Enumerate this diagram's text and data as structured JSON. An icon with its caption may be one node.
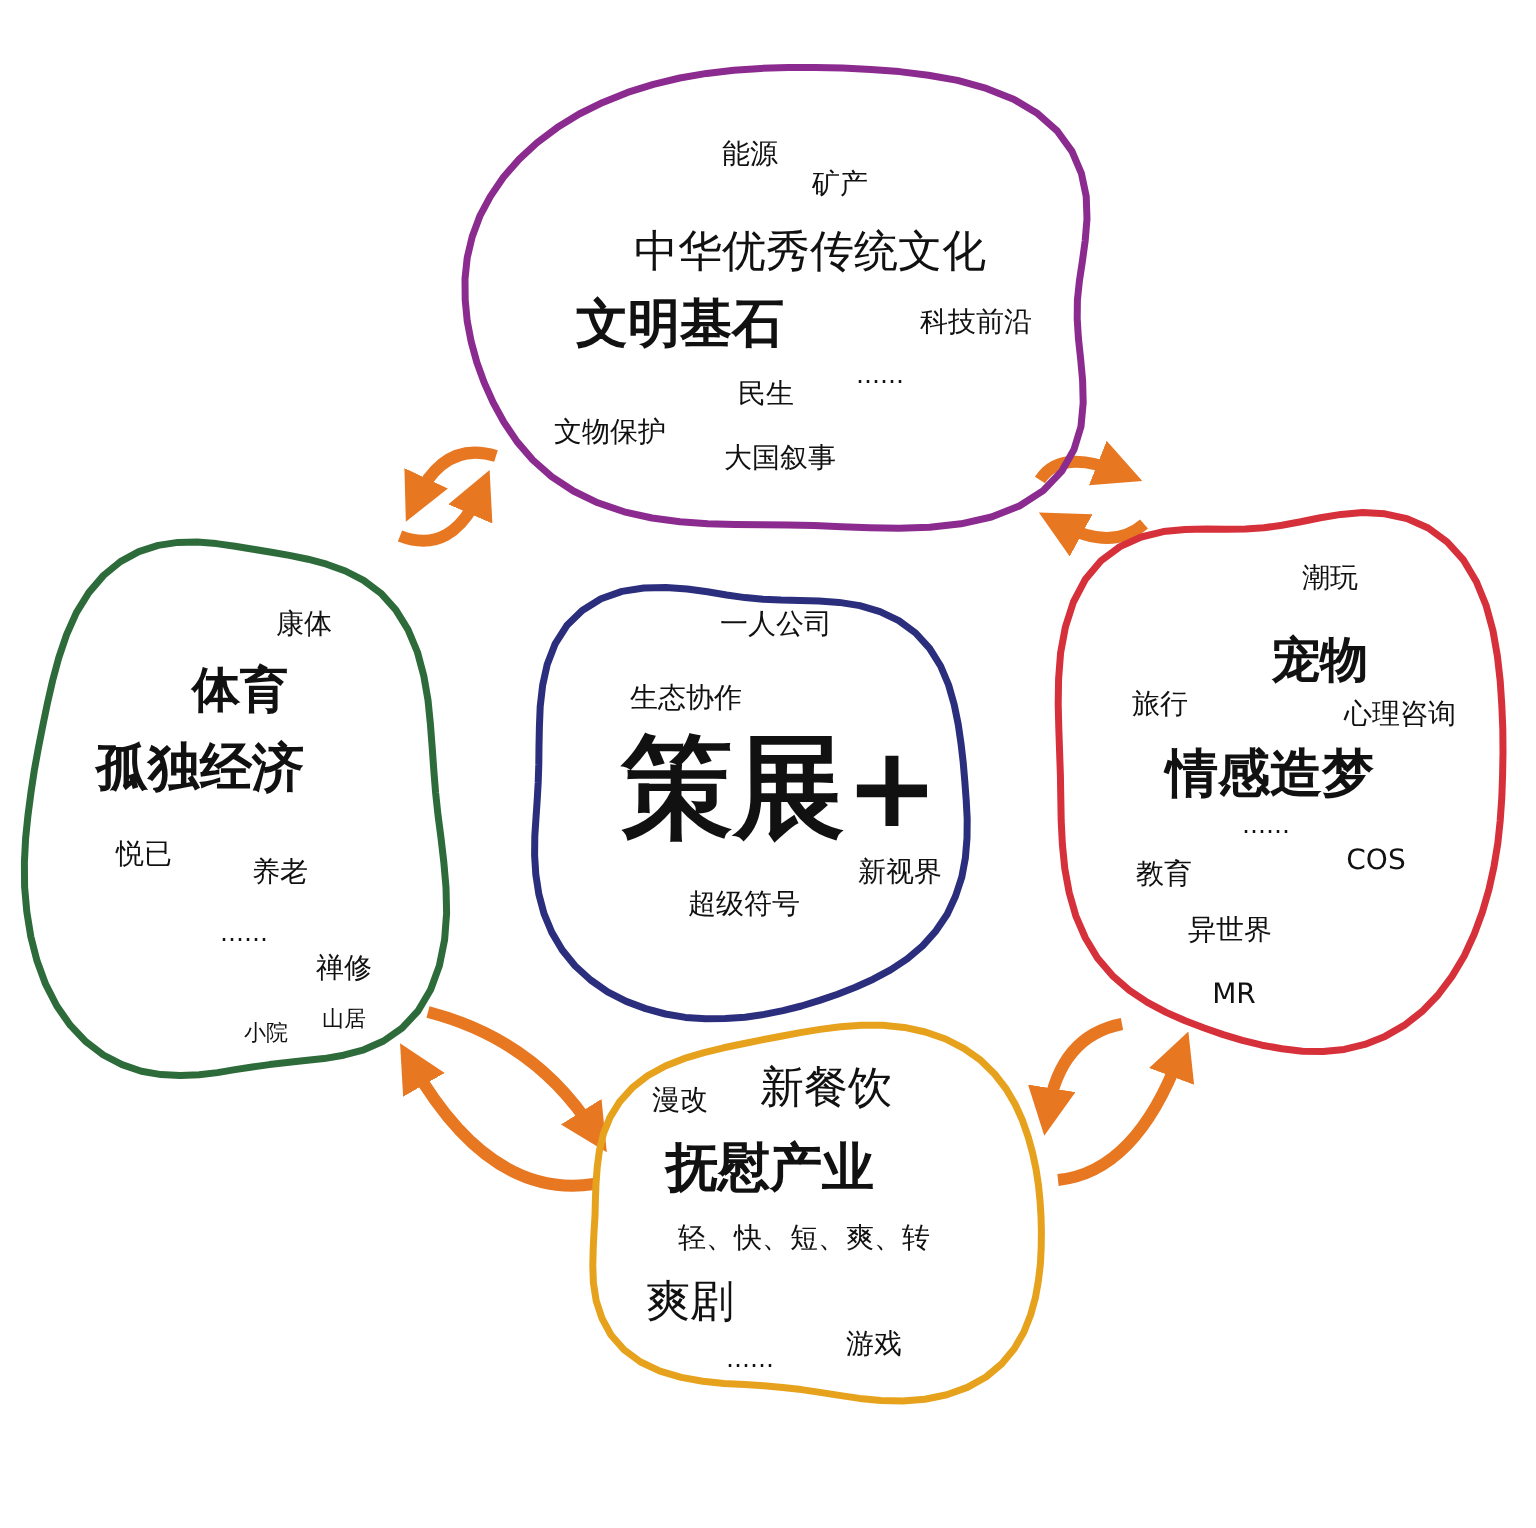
{
  "diagram": {
    "nodes": [
      {
        "text": [
          "能源",
          "矿产",
          "中华优秀传统文化",
          "文明基石",
          "科技前沿",
          "……",
          "民生",
          "文物保护",
          "大国叙事"
        ]
      },
      {
        "text": [
          "康体",
          "体育",
          "孤独经济",
          "悦已",
          "养老",
          "……",
          "禅修",
          "小院",
          "山居"
        ]
      },
      {
        "text": [
          "一人公司",
          "生态协作",
          "策展+",
          "新视界",
          "超级符号"
        ]
      },
      {
        "text": [
          "潮玩",
          "宠物",
          "旅行",
          "心理咨询",
          "情感造梦",
          "……",
          "教育",
          "COS",
          "异世界",
          "MR"
        ]
      },
      {
        "text": [
          "漫改",
          "新餐饮",
          "抚慰产业",
          "轻、快、短、爽、转",
          "爽剧",
          "……",
          "游戏"
        ]
      }
    ],
    "edges": [
      {
        "from": 0,
        "to": 1,
        "arrow": "to"
      },
      {
        "from": 1,
        "to": 0,
        "arrow": "to"
      },
      {
        "from": 0,
        "to": 3,
        "arrow": "to"
      },
      {
        "from": 3,
        "to": 0,
        "arrow": "to"
      },
      {
        "from": 3,
        "to": 4,
        "arrow": "to"
      },
      {
        "from": 4,
        "to": 3,
        "arrow": "to"
      },
      {
        "from": 4,
        "to": 1,
        "arrow": "to"
      },
      {
        "from": 1,
        "to": 4,
        "arrow": "to"
      }
    ]
  }
}
